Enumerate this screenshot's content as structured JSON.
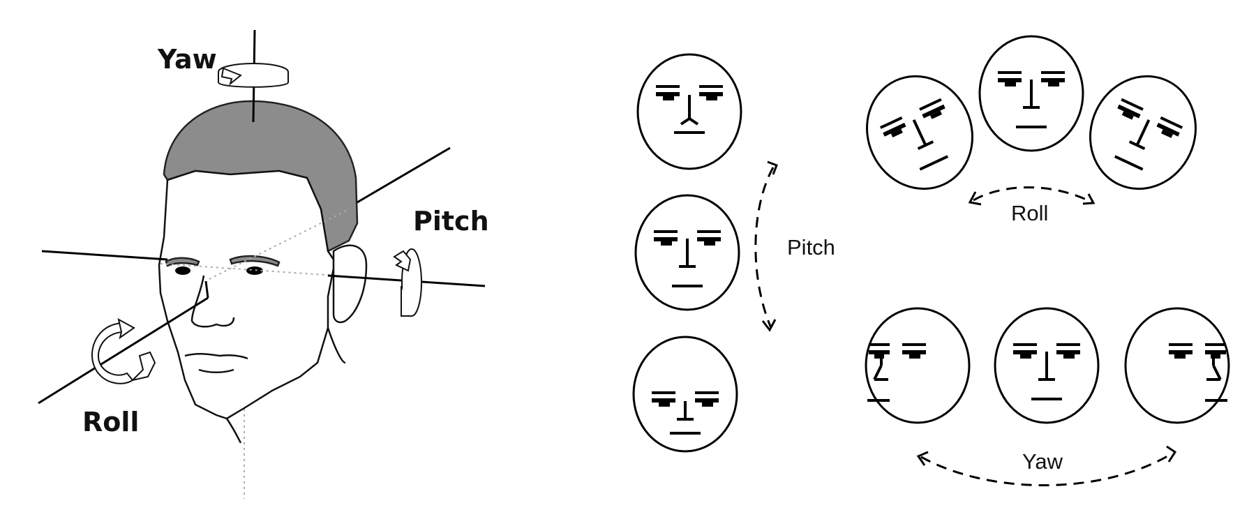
{
  "left_panel": {
    "labels": {
      "yaw": "Yaw",
      "pitch": "Pitch",
      "roll": "Roll"
    }
  },
  "right_panel": {
    "labels": {
      "pitch": "Pitch",
      "roll": "Roll",
      "yaw": "Yaw"
    }
  },
  "colors": {
    "line": "#000000",
    "hair": "#8c8c8c",
    "guide": "#aaaaaa",
    "background": "#ffffff"
  }
}
